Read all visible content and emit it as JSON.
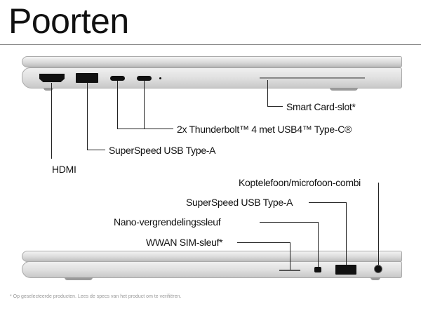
{
  "title": "Poorten",
  "side_left": {
    "labels": {
      "hdmi": "HDMI",
      "usb_a": "SuperSpeed USB Type-A",
      "thunderbolt": "2x Thunderbolt™ 4 met USB4™ Type-C®",
      "smart_card": "Smart Card-slot*"
    }
  },
  "side_right": {
    "labels": {
      "audio": "Koptelefoon/microfoon-combi",
      "usb_a": "SuperSpeed USB Type-A",
      "lock": "Nano-vergrendelingssleuf",
      "sim": "WWAN SIM-sleuf*"
    }
  },
  "footnote": "* Op geselecteerde producten. Lees de specs van het product om te verifiëren.",
  "colors": {
    "text": "#111111",
    "chassis": "#d8d8d8",
    "port": "#111111"
  }
}
